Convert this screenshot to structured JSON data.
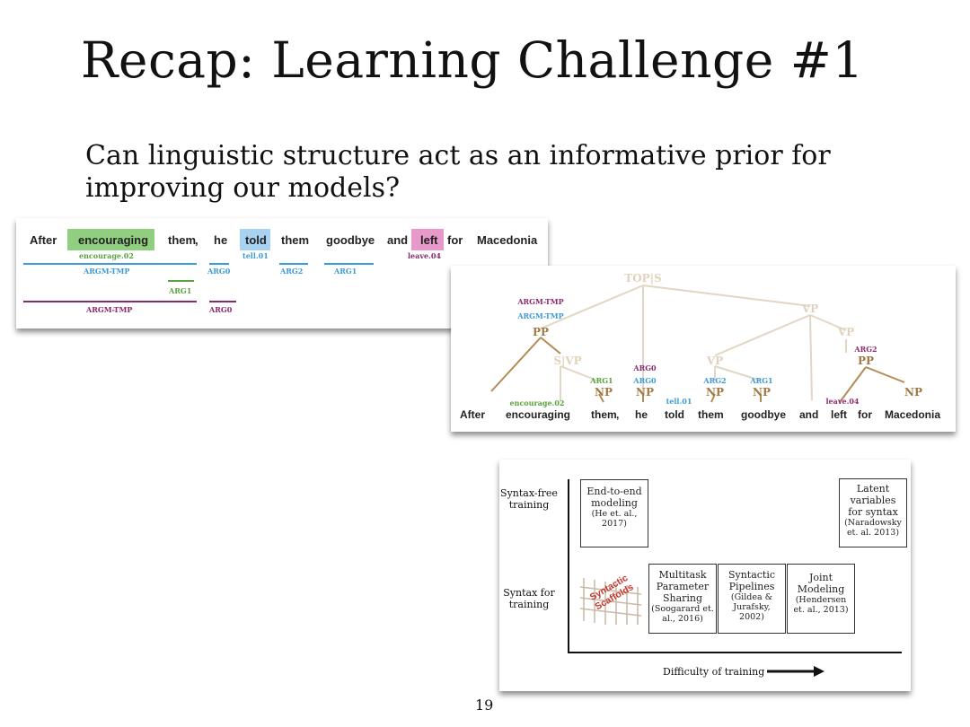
{
  "slide": {
    "title": "Recap: Learning Challenge #1",
    "subtitle": "Can linguistic structure act as an informative prior for improving our models?",
    "page_number": "19"
  },
  "srl_card": {
    "words": [
      "After",
      "encouraging",
      "them",
      ",",
      "he",
      "told",
      "them",
      "goodbye",
      "and",
      "left",
      "for",
      "Macedonia"
    ],
    "predicates": [
      "encourage.02",
      "tell.01",
      "leave.04"
    ],
    "row1_labels": [
      "ARGM-TMP",
      "ARG0",
      "ARG2",
      "ARG1"
    ],
    "row2_labels": [
      "ARG1"
    ],
    "row3_labels": [
      "ARGM-TMP",
      "ARG0"
    ],
    "colors": {
      "green": "#5aa33c",
      "blue": "#3d9ad8",
      "purple": "#8a2a6e"
    }
  },
  "tree_card": {
    "root": "TOP|S",
    "nodes": [
      "VP",
      "VP",
      "PP",
      "S|VP",
      "VP",
      "PP",
      "NP",
      "NP",
      "NP",
      "NP",
      "NP"
    ],
    "labels": [
      "ARGM-TMP",
      "ARGM-TMP",
      "ARG0",
      "ARG1",
      "ARG0",
      "ARG2",
      "ARG1",
      "ARG2"
    ],
    "predicates": [
      "encourage.02",
      "tell.01",
      "leave.04"
    ],
    "words": [
      "After",
      "encouraging",
      "them",
      ",",
      "he",
      "told",
      "them",
      "goodbye",
      "and",
      "left",
      "for",
      "Macedonia"
    ]
  },
  "grid_card": {
    "y_labels": [
      "Syntax-free training",
      "Syntax for training"
    ],
    "x_label": "Difficulty of training",
    "scaffold_text": "Syntactic Scaffolds",
    "boxes": [
      {
        "title": "End-to-end modeling",
        "cite": "(He et. al., 2017)"
      },
      {
        "title": "Latent variables for syntax",
        "cite": "(Naradowsky et. al. 2013)"
      },
      {
        "title": "Multitask Parameter Sharing",
        "cite": "(Soogarard et. al., 2016)"
      },
      {
        "title": "Syntactic Pipelines",
        "cite": "(Gildea & Jurafsky, 2002)"
      },
      {
        "title": "Joint Modeling",
        "cite": "(Hendersen et. al., 2013)"
      }
    ]
  }
}
